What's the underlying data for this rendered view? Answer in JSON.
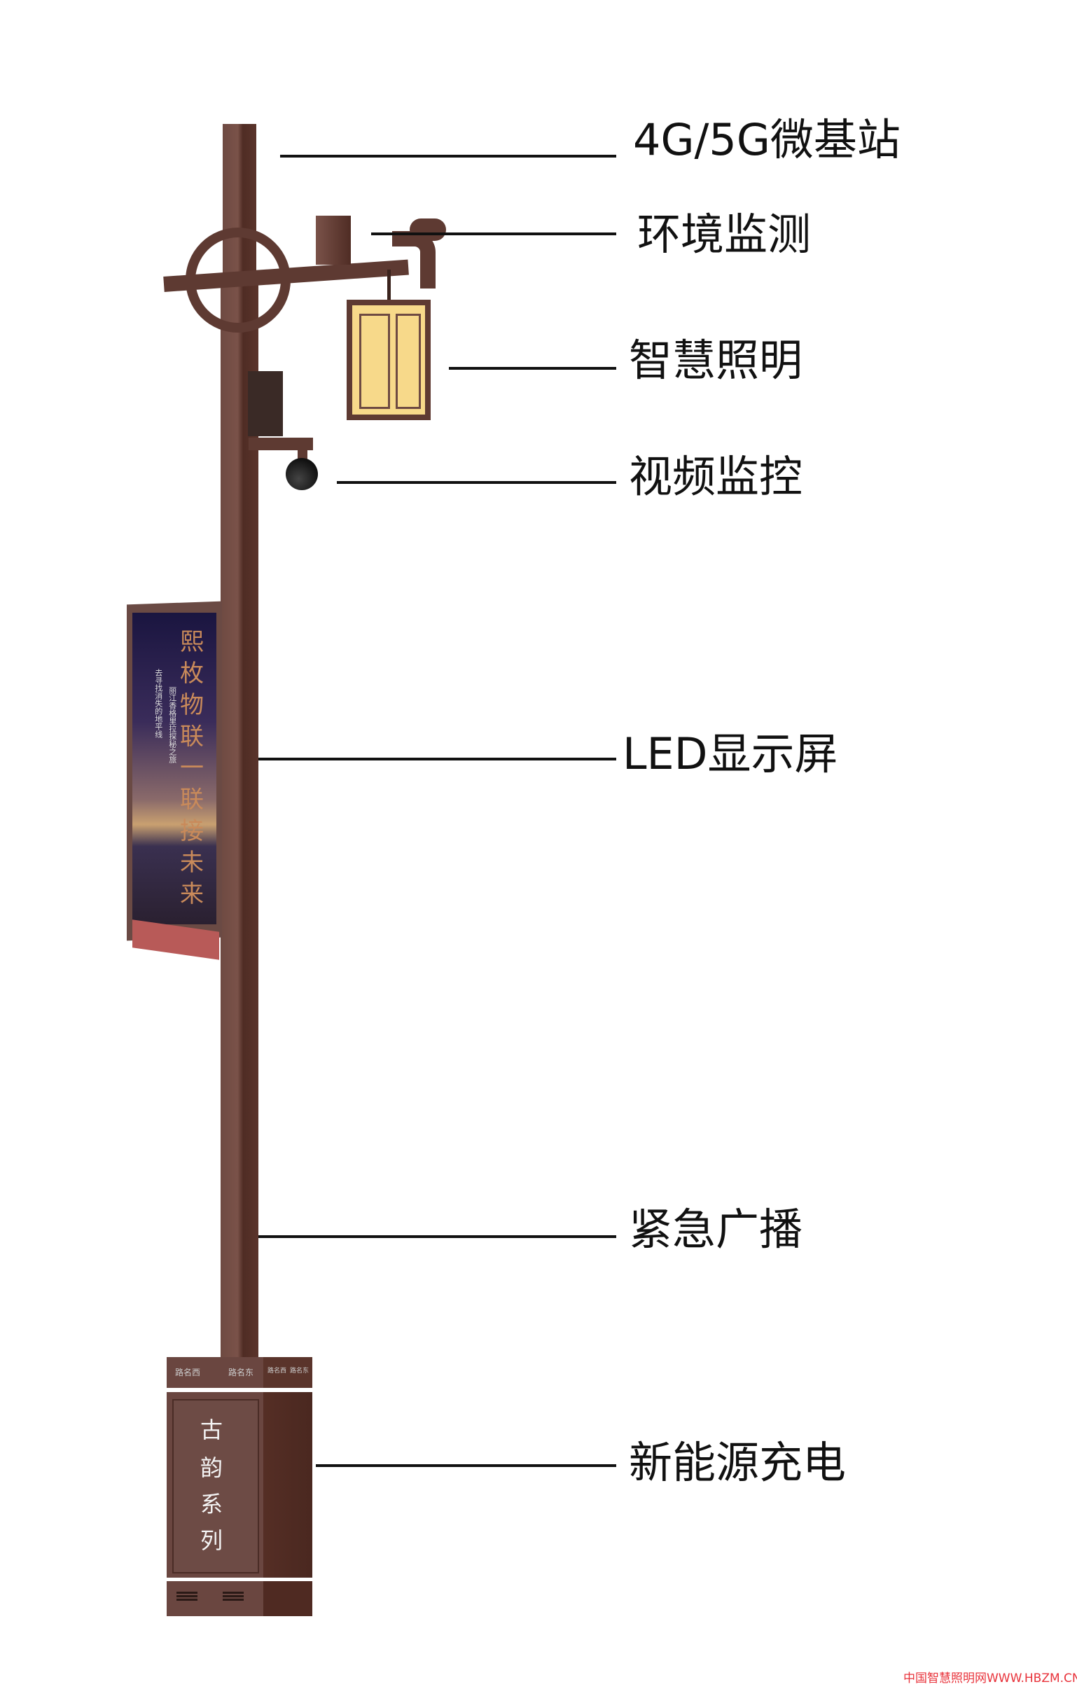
{
  "labels": {
    "base_station": "4G/5G微基站",
    "environment": "环境监测",
    "lighting": "智慧照明",
    "video": "视频监控",
    "led": "LED显示屏",
    "broadcast": "紧急广播",
    "charging": "新能源充电"
  },
  "led_screen": {
    "headline_chars": [
      "熙",
      "枚",
      "物",
      "联",
      "一",
      "联",
      "接",
      "未",
      "来"
    ],
    "subtitle_1": "去寻找消失的地平线",
    "subtitle_2": "丽江香格里拉探秘之旅"
  },
  "base": {
    "road_west": "路名西",
    "road_east": "路名东",
    "road_west_side": "路名西",
    "road_east_side": "路名东",
    "series_chars": [
      "古",
      "韵",
      "系",
      "列"
    ]
  },
  "watermark": "中国智慧照明网WWW.HBZM.CN",
  "colors": {
    "pole": "#6e4a42",
    "watermark": "#e8323a",
    "lantern": "#f7d98a"
  }
}
